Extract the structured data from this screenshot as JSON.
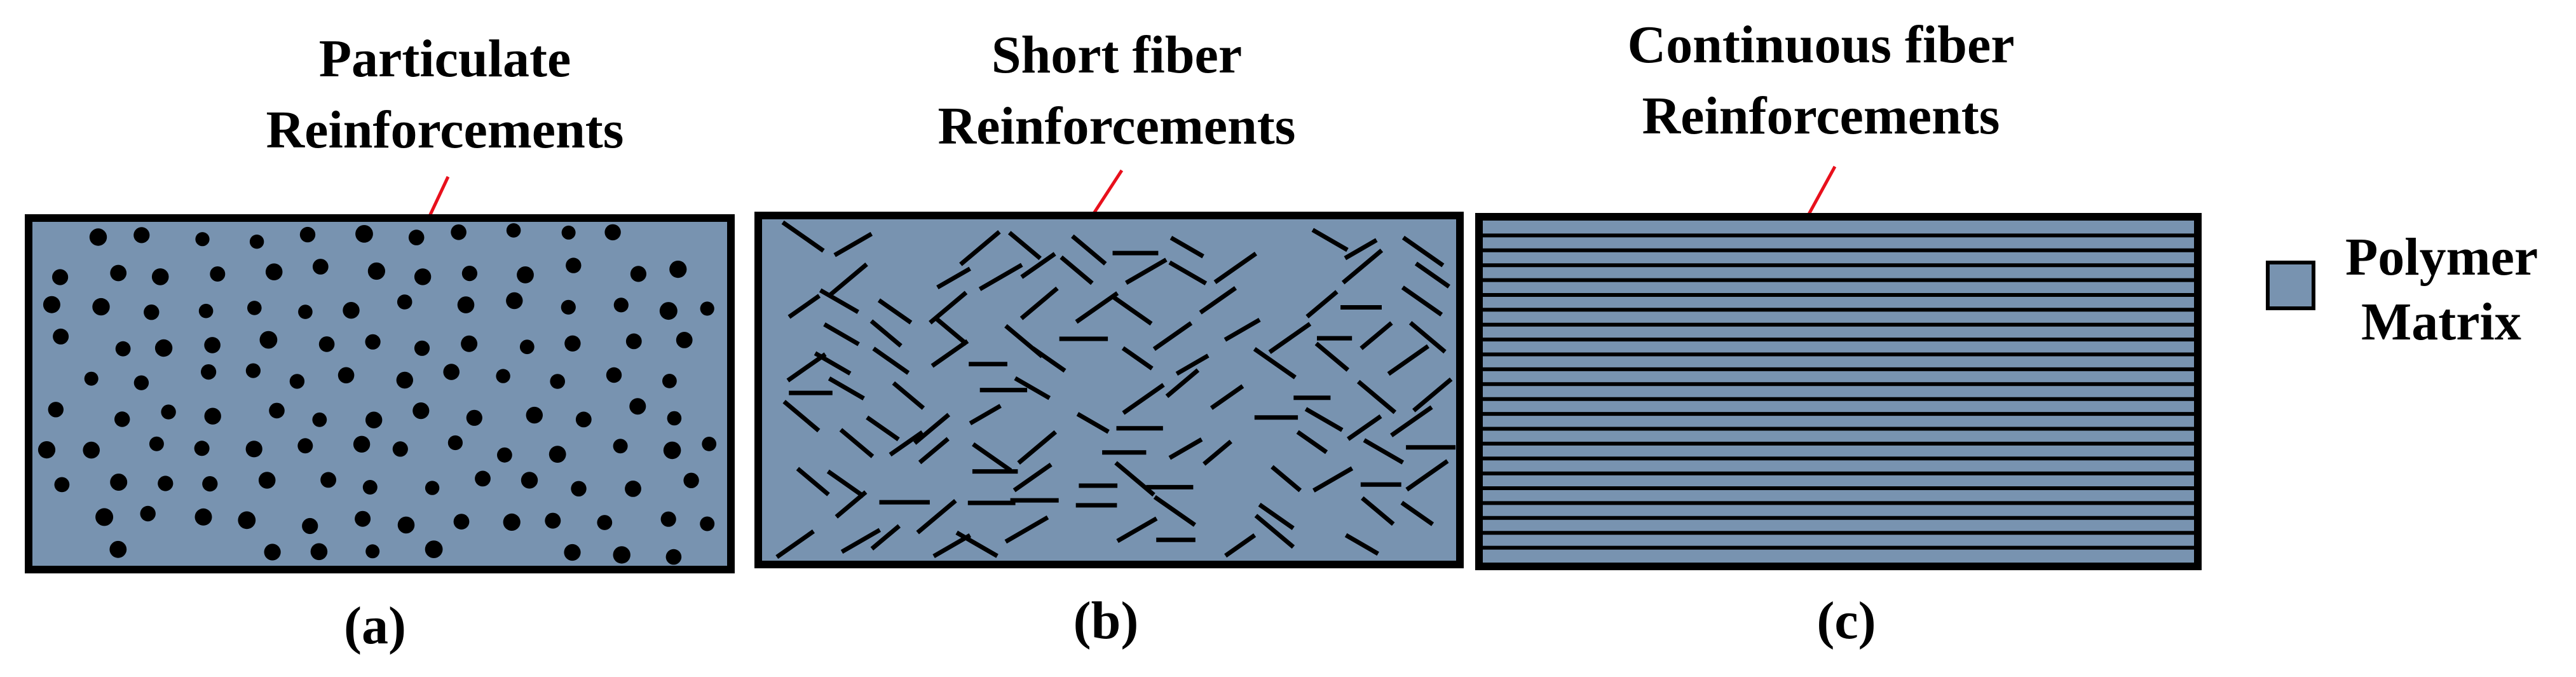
{
  "panels": [
    {
      "id": "a",
      "type": "particulate",
      "title_lines": [
        "Particulate",
        "Reinforcements"
      ],
      "caption": "(a)"
    },
    {
      "id": "b",
      "type": "short-fiber",
      "title_lines": [
        "Short fiber",
        "Reinforcements"
      ],
      "caption": "(b)"
    },
    {
      "id": "c",
      "type": "continuous-fiber",
      "title_lines": [
        "Continuous fiber",
        "Reinforcements"
      ],
      "caption": "(c)"
    }
  ],
  "legend": {
    "label_lines": [
      "Polymer",
      "Matrix"
    ]
  },
  "colors": {
    "matrix": "#7893b0",
    "reinforcement": "#000000",
    "border": "#000000",
    "leader_line": "#e8101c"
  }
}
